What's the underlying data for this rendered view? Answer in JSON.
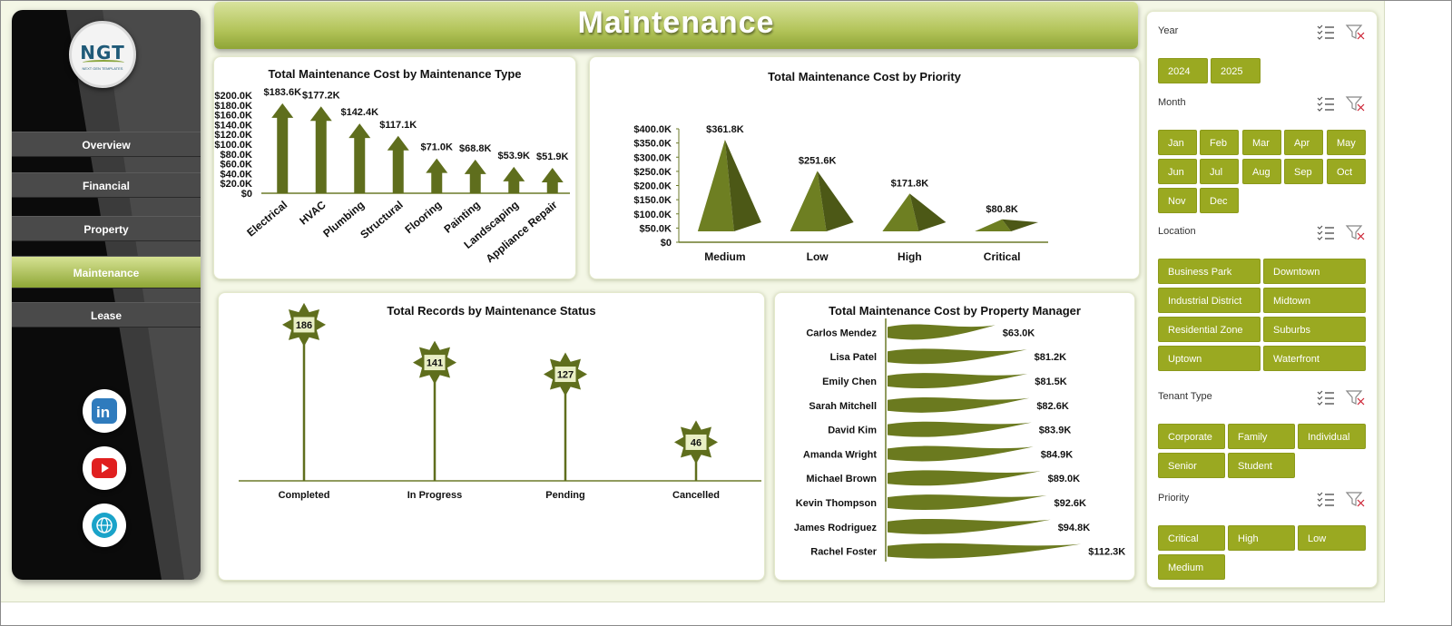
{
  "title": "Maintenance",
  "logo": {
    "text": "NGT",
    "subtext": "NEXT GEN TEMPLATES"
  },
  "nav": [
    {
      "label": "Overview",
      "active": false
    },
    {
      "label": "Financial",
      "active": false
    },
    {
      "label": "Property",
      "active": false
    },
    {
      "label": "Maintenance",
      "active": true
    },
    {
      "label": "Lease",
      "active": false
    }
  ],
  "social_icons": [
    "linkedin-icon",
    "youtube-icon",
    "globe-icon"
  ],
  "colors": {
    "accent": "#9aa921",
    "bar": "#5f6e1d",
    "panel_bg": "#f4f7e6",
    "active_nav": "#b3c45a"
  },
  "slicers": [
    {
      "title": "Year",
      "items": [
        "2024",
        "2025"
      ]
    },
    {
      "title": "Month",
      "items": [
        "Jan",
        "Feb",
        "Mar",
        "Apr",
        "May",
        "Jun",
        "Jul",
        "Aug",
        "Sep",
        "Oct",
        "Nov",
        "Dec"
      ]
    },
    {
      "title": "Location",
      "items": [
        "Business Park",
        "Downtown",
        "Industrial District",
        "Midtown",
        "Residential Zone",
        "Suburbs",
        "Uptown",
        "Waterfront"
      ]
    },
    {
      "title": "Tenant Type",
      "items": [
        "Corporate",
        "Family",
        "Individual",
        "Senior",
        "Student"
      ]
    },
    {
      "title": "Priority",
      "items": [
        "Critical",
        "High",
        "Low",
        "Medium"
      ]
    }
  ],
  "chart_data": [
    {
      "type": "bar",
      "title": "Total Maintenance Cost by Maintenance Type",
      "categories": [
        "Electrical",
        "HVAC",
        "Plumbing",
        "Structural",
        "Flooring",
        "Painting",
        "Landscaping",
        "Appliance Repair"
      ],
      "values": [
        183600,
        177200,
        142400,
        117100,
        71000,
        68800,
        53900,
        51900
      ],
      "data_labels": [
        "$183.6K",
        "$177.2K",
        "$142.4K",
        "$117.1K",
        "$71.0K",
        "$68.8K",
        "$53.9K",
        "$51.9K"
      ],
      "ylim": [
        0,
        200000
      ],
      "y_ticks": [
        "$0",
        "$20.0K",
        "$40.0K",
        "$60.0K",
        "$80.0K",
        "$100.0K",
        "$120.0K",
        "$140.0K",
        "$160.0K",
        "$180.0K",
        "$200.0K"
      ]
    },
    {
      "type": "bar",
      "title": "Total Maintenance Cost by Priority",
      "categories": [
        "Medium",
        "Low",
        "High",
        "Critical"
      ],
      "values": [
        361800,
        251600,
        171800,
        80800
      ],
      "data_labels": [
        "$361.8K",
        "$251.6K",
        "$171.8K",
        "$80.8K"
      ],
      "ylim": [
        0,
        400000
      ],
      "y_ticks": [
        "$0",
        "$50.0K",
        "$100.0K",
        "$150.0K",
        "$200.0K",
        "$250.0K",
        "$300.0K",
        "$350.0K",
        "$400.0K"
      ]
    },
    {
      "type": "bar",
      "title": "Total Records by Maintenance Status",
      "categories": [
        "Completed",
        "In Progress",
        "Pending",
        "Cancelled"
      ],
      "values": [
        186,
        141,
        127,
        46
      ],
      "data_labels": [
        "186",
        "141",
        "127",
        "46"
      ],
      "ylim": [
        0,
        200
      ]
    },
    {
      "type": "bar",
      "title": "Total Maintenance Cost by Property Manager",
      "categories": [
        "Carlos Mendez",
        "Lisa Patel",
        "Emily Chen",
        "Sarah Mitchell",
        "David Kim",
        "Amanda Wright",
        "Michael Brown",
        "Kevin Thompson",
        "James Rodriguez",
        "Rachel Foster"
      ],
      "values": [
        63000,
        81200,
        81500,
        82600,
        83900,
        84900,
        89000,
        92600,
        94800,
        112300
      ],
      "data_labels": [
        "$63.0K",
        "$81.2K",
        "$81.5K",
        "$82.6K",
        "$83.9K",
        "$84.9K",
        "$89.0K",
        "$92.6K",
        "$94.8K",
        "$112.3K"
      ],
      "ylim": [
        0,
        120000
      ]
    }
  ]
}
